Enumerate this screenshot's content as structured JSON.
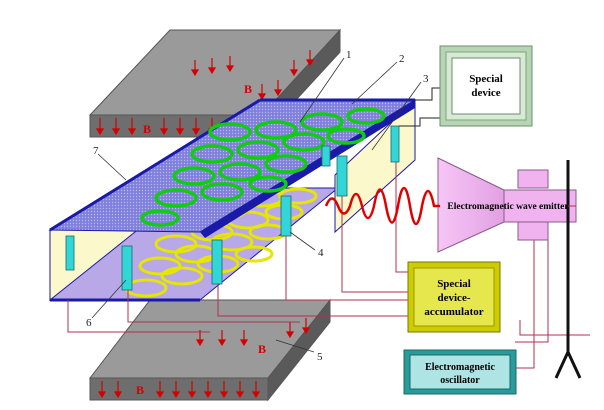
{
  "boxes": {
    "special_device": {
      "line1": "Special",
      "line2": "device"
    },
    "accumulator": {
      "line1": "Special",
      "line2": "device-",
      "line3": "accumulator"
    },
    "oscillator": {
      "line1": "Electromagnetic",
      "line2": "oscillator"
    }
  },
  "emitter_label": "Electromagnetic wave emitter",
  "magnet_labels": {
    "top_left": "B",
    "top_right": "B",
    "bottom_left": "B",
    "bottom_right": "B"
  },
  "callouts": [
    "1",
    "2",
    "3",
    "4",
    "5",
    "6",
    "7"
  ],
  "colors": {
    "magnet": "#6e6e6e",
    "field_arrows": "#d40000",
    "plate_fill": "#8c8ce0",
    "plate_edge": "#1a1aa8",
    "coil_top": "#11cc11",
    "coil_bottom": "#e6e600",
    "element_fill": "#33d6d6",
    "wave": "#e00000",
    "special_device_border": "#7da37d",
    "accumulator_fill": "#cccc00",
    "oscillator_fill": "#2a9b9b",
    "emitter_fill": "#f0b3f0",
    "wires": "#b03050"
  }
}
